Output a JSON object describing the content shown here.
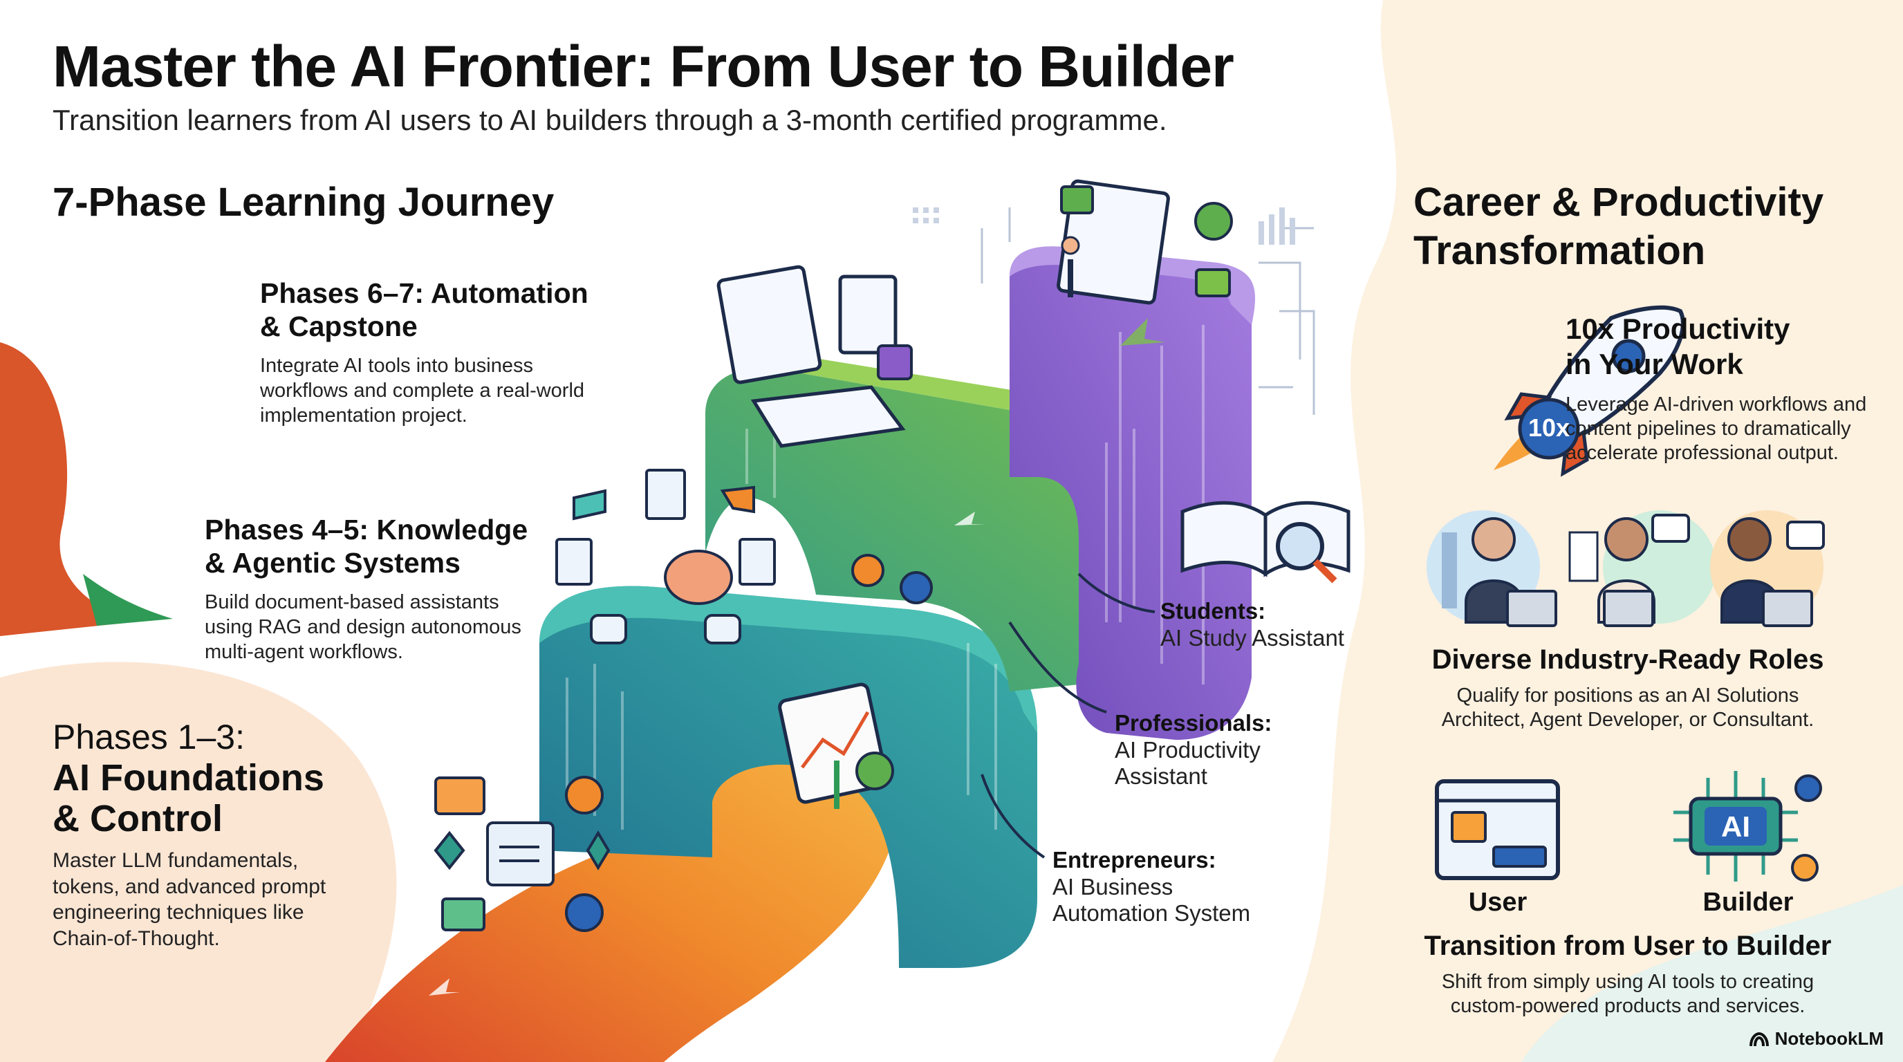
{
  "header": {
    "title": "Master the AI Frontier: From User to Builder",
    "subtitle": "Transition learners from AI users to AI builders through a 3-month certified programme."
  },
  "journey": {
    "heading": "7-Phase Learning Journey",
    "phases": [
      {
        "title_line1": "Phases 6–7: Automation",
        "title_line2": "& Capstone",
        "desc_lines": [
          "Integrate AI tools into business",
          "workflows and complete a real-world",
          "implementation project."
        ]
      },
      {
        "title_line1": "Phases 4–5: Knowledge",
        "title_line2": "& Agentic Systems",
        "desc_lines": [
          "Build document-based assistants",
          "using RAG and design autonomous",
          "multi-agent workflows."
        ]
      },
      {
        "label": "Phases 1–3:",
        "title_line1": "AI Foundations",
        "title_line2": "& Control",
        "desc_lines": [
          "Master LLM fundamentals,",
          "tokens, and advanced prompt",
          "engineering techniques like",
          "Chain-of-Thought."
        ]
      }
    ]
  },
  "audiences": [
    {
      "title": "Students:",
      "desc_lines": [
        "AI Study Assistant"
      ]
    },
    {
      "title": "Professionals:",
      "desc_lines": [
        "AI Productivity",
        "Assistant"
      ]
    },
    {
      "title": "Entrepreneurs:",
      "desc_lines": [
        "AI Business",
        "Automation System"
      ]
    }
  ],
  "career": {
    "heading_line1": "Career & Productivity",
    "heading_line2": "Transformation",
    "productivity": {
      "title_line1": "10x Productivity",
      "title_line2": "in Your Work",
      "badge": "10x",
      "desc_lines": [
        "Leverage AI-driven workflows and",
        "content pipelines to dramatically",
        "accelerate professional output."
      ]
    },
    "roles": {
      "title": "Diverse Industry-Ready Roles",
      "desc_lines": [
        "Qualify for positions as an AI Solutions",
        "Architect, Agent Developer, or Consultant."
      ]
    },
    "transition": {
      "user_label": "User",
      "builder_label": "Builder",
      "chip_label": "AI",
      "title": "Transition from User to Builder",
      "desc_lines": [
        "Shift from simply using AI tools to creating",
        "custom-powered products and services."
      ]
    }
  },
  "brand": {
    "name": "NotebookLM"
  },
  "colors": {
    "orange": "#f0a23a",
    "teal": "#2f8fa6",
    "green": "#5fae4e",
    "purple": "#8a5cc8",
    "blue": "#2b63b5"
  }
}
